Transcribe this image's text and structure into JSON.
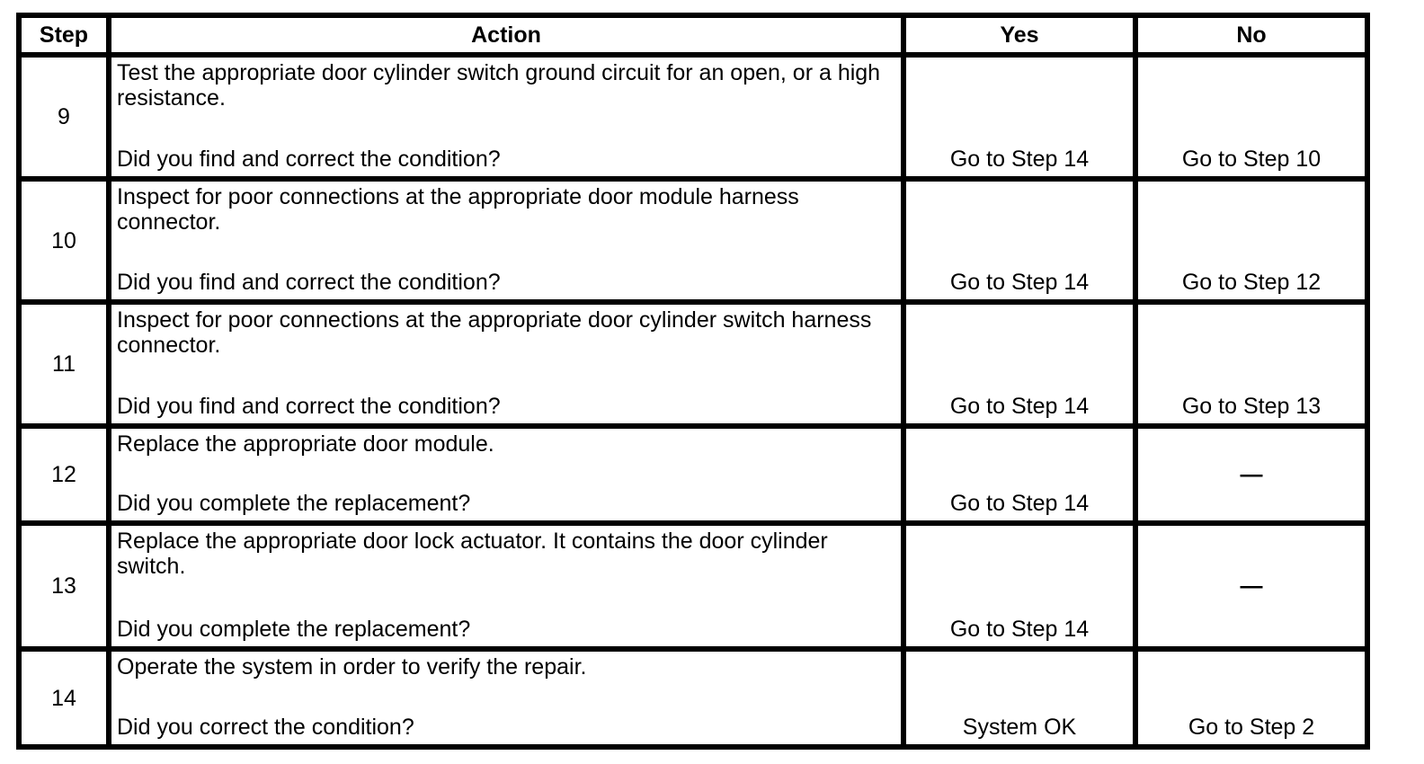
{
  "table": {
    "columns": [
      {
        "key": "step",
        "label": "Step"
      },
      {
        "key": "action",
        "label": "Action"
      },
      {
        "key": "yes",
        "label": "Yes"
      },
      {
        "key": "no",
        "label": "No"
      }
    ],
    "empty_value": "—",
    "rows": [
      {
        "step": "9",
        "action": "Test the appropriate door cylinder switch ground circuit for an open, or a high\nresistance.",
        "question": "Did you find and correct the condition?",
        "yes": "Go to Step 14",
        "no": "Go to Step 10"
      },
      {
        "step": "10",
        "action": "Inspect for poor connections at the appropriate door module harness\nconnector.",
        "question": "Did you find and correct the condition?",
        "yes": "Go to Step 14",
        "no": "Go to Step 12"
      },
      {
        "step": "11",
        "action": "Inspect for poor connections at the appropriate door cylinder switch harness\nconnector.",
        "question": "Did you find and correct the condition?",
        "yes": "Go to Step 14",
        "no": "Go to Step 13"
      },
      {
        "step": "12",
        "action": "Replace the appropriate door module.",
        "question": "Did you complete the replacement?",
        "yes": "Go to Step 14",
        "no": "—"
      },
      {
        "step": "13",
        "action": "Replace the appropriate door lock actuator. It contains the door cylinder\nswitch.",
        "question": "Did you complete the replacement?",
        "yes": "Go to Step 14",
        "no": "—"
      },
      {
        "step": "14",
        "action": "Operate the system in order to verify the repair.",
        "question": "Did you correct the condition?",
        "yes": "System OK",
        "no": "Go to Step 2"
      }
    ]
  }
}
